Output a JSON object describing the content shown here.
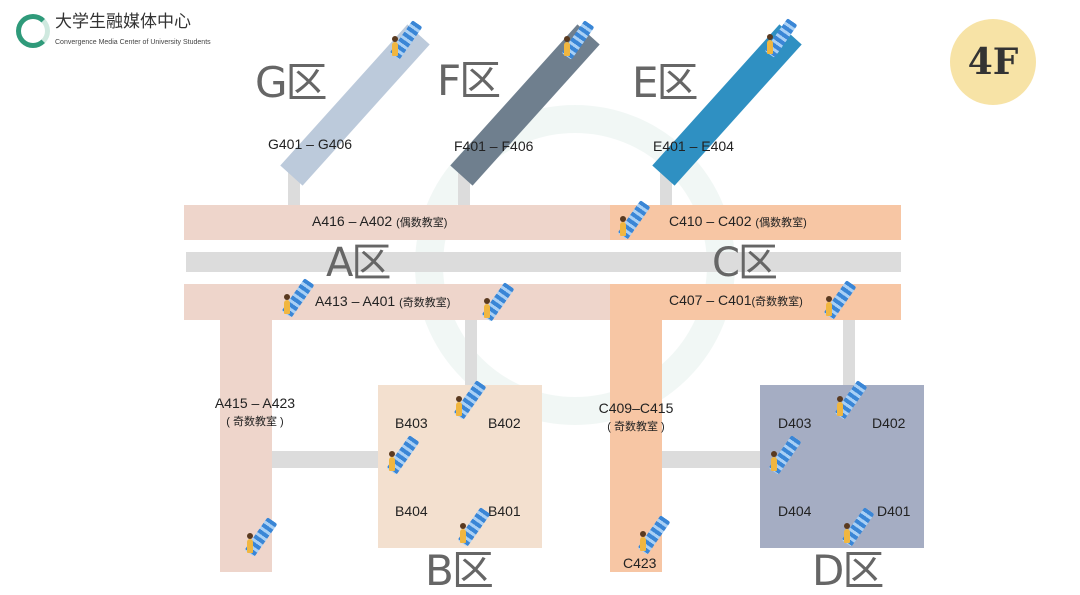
{
  "logo": {
    "title": "大学生融媒体中心",
    "subtitle": "Convergence Media Center of University Students"
  },
  "floor": "4F",
  "zones": {
    "G": {
      "label": "G区",
      "rooms": "G401 – G406",
      "color": "#bccadb"
    },
    "F": {
      "label": "F区",
      "rooms": "F401 – F406",
      "color": "#6f7f8e"
    },
    "E": {
      "label": "E区",
      "rooms": "E401 – E404",
      "color": "#2f90c2"
    },
    "A": {
      "label": "A区",
      "top": "A416 – A402",
      "top_note": "(偶数教室)",
      "bottom": "A413 – A401",
      "bottom_note": "(奇数教室)",
      "side": "A415 – A423",
      "side_note": "( 奇数教室 )",
      "color": "#eed5cb"
    },
    "C": {
      "label": "C区",
      "top": "C410 – C402",
      "top_note": "(偶数教室)",
      "bottom": "C407 – C401",
      "bottom_note": "(奇数教室)",
      "side": "C409–C415",
      "side_note": "( 奇数教室 )",
      "side_end": "C423",
      "color": "#f7c6a4"
    },
    "B": {
      "label": "B区",
      "rooms": [
        "B403",
        "B402",
        "B404",
        "B401"
      ],
      "color": "#f3e0cf"
    },
    "D": {
      "label": "D区",
      "rooms": [
        "D403",
        "D402",
        "D404",
        "D401"
      ],
      "color": "#a5adc3"
    }
  }
}
